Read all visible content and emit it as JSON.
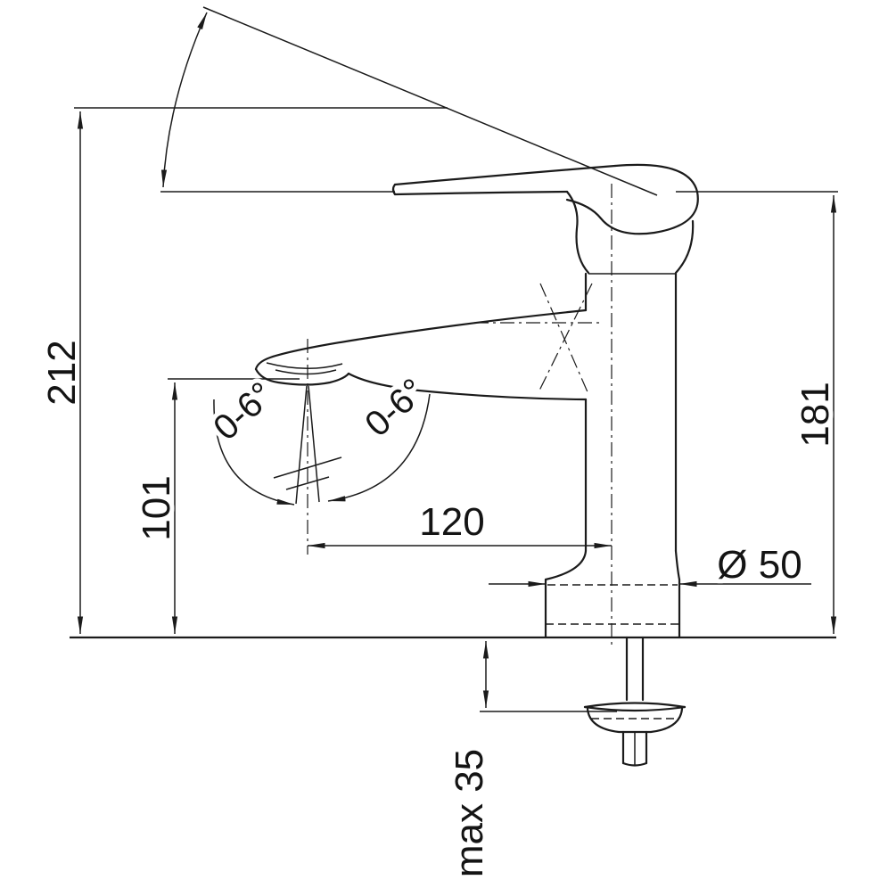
{
  "diagram": {
    "kind": "faucet-dimension-drawing",
    "colors": {
      "line": "#1b1b1b",
      "background": "#ffffff"
    },
    "labels": {
      "overall_height": "212",
      "spout_height": "101",
      "spout_reach": "120",
      "body_height": "181",
      "base_diameter": "Ø 50",
      "deck_thickness": "max 35",
      "swivel_left": "0-6°",
      "swivel_right": "0-6°"
    }
  }
}
